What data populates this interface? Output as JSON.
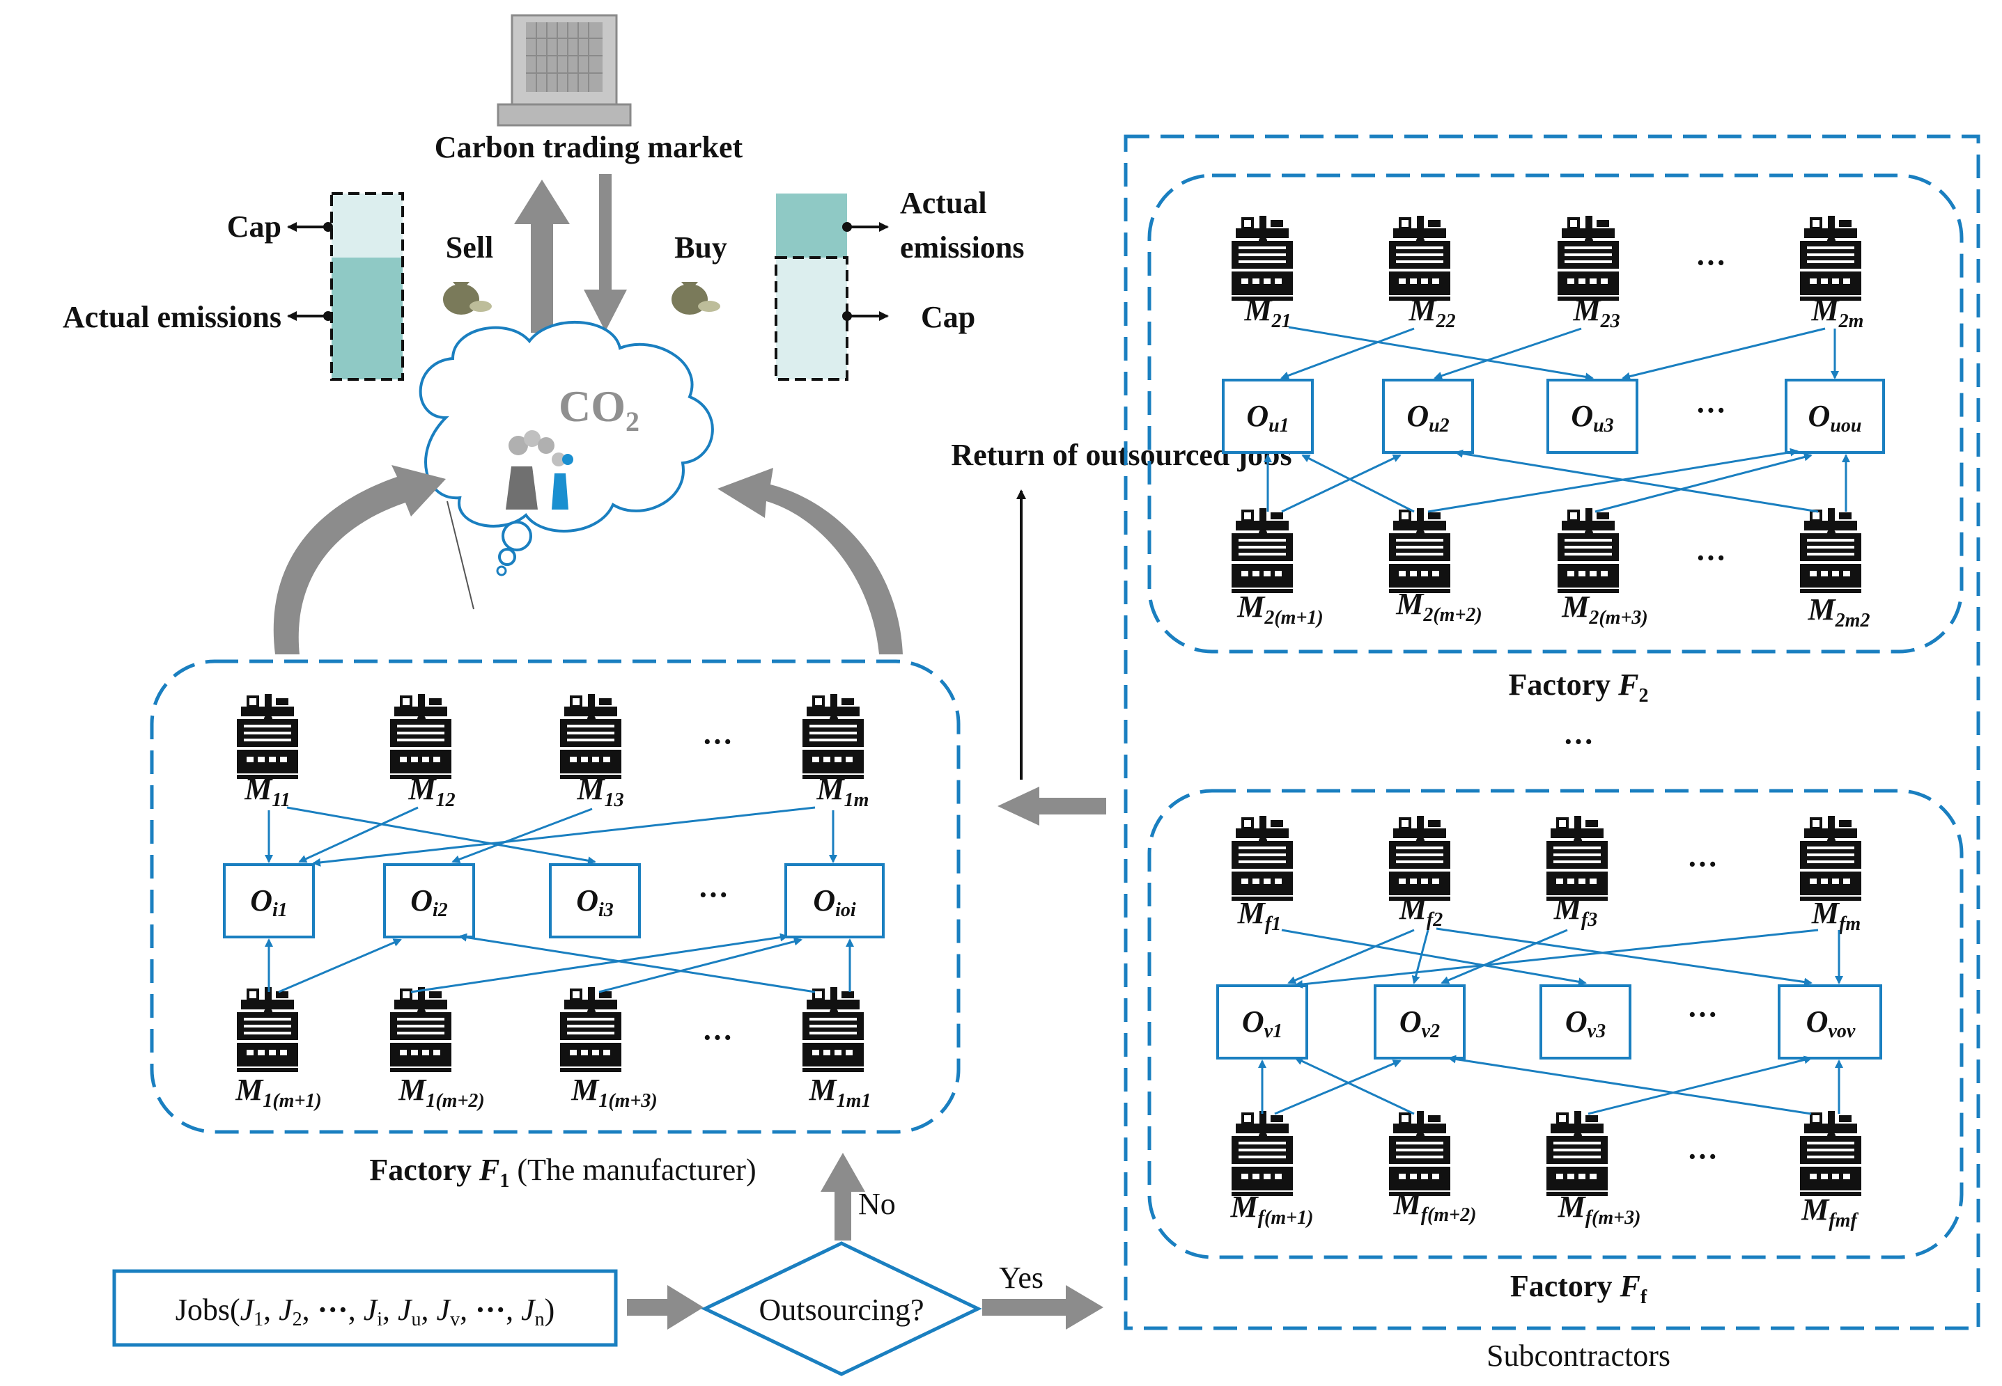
{
  "market": {
    "title": "Carbon trading market"
  },
  "left_bar": {
    "cap": "Cap",
    "actual": "Actual emissions",
    "action": "Sell"
  },
  "right_bar": {
    "actual_line1": "Actual",
    "actual_line2": "emissions",
    "cap": "Cap",
    "action": "Buy"
  },
  "co2": {
    "text": "CO",
    "sub": "2"
  },
  "return_label": "Return of outsourced jobs",
  "factory1": {
    "top_machines": [
      {
        "base": "M",
        "sub": "11"
      },
      {
        "base": "M",
        "sub": "12"
      },
      {
        "base": "M",
        "sub": "13"
      },
      {
        "base": "M",
        "sub": "1m"
      }
    ],
    "ops": [
      {
        "base": "O",
        "sub": "i1"
      },
      {
        "base": "O",
        "sub": "i2"
      },
      {
        "base": "O",
        "sub": "i3"
      },
      {
        "base": "O",
        "sub": "ioi"
      }
    ],
    "bottom_machines": [
      {
        "base": "M",
        "sub": "1(m+1)"
      },
      {
        "base": "M",
        "sub": "1(m+2)"
      },
      {
        "base": "M",
        "sub": "1(m+3)"
      },
      {
        "base": "M",
        "sub": "1m1"
      }
    ],
    "caption_prefix": "Factory ",
    "caption_var": "F",
    "caption_sub": "1",
    "caption_suffix": " (The manufacturer)"
  },
  "factory2": {
    "top_machines": [
      {
        "base": "M",
        "sub": "21"
      },
      {
        "base": "M",
        "sub": "22"
      },
      {
        "base": "M",
        "sub": "23"
      },
      {
        "base": "M",
        "sub": "2m"
      }
    ],
    "ops": [
      {
        "base": "O",
        "sub": "u1"
      },
      {
        "base": "O",
        "sub": "u2"
      },
      {
        "base": "O",
        "sub": "u3"
      },
      {
        "base": "O",
        "sub": "uou"
      }
    ],
    "bottom_machines": [
      {
        "base": "M",
        "sub": "2(m+1)"
      },
      {
        "base": "M",
        "sub": "2(m+2)"
      },
      {
        "base": "M",
        "sub": "2(m+3)"
      },
      {
        "base": "M",
        "sub": "2m2"
      }
    ],
    "caption_prefix": "Factory ",
    "caption_var": "F",
    "caption_sub": "2"
  },
  "factoryf": {
    "top_machines": [
      {
        "base": "M",
        "sub": "f1"
      },
      {
        "base": "M",
        "sub": "f2"
      },
      {
        "base": "M",
        "sub": "f3"
      },
      {
        "base": "M",
        "sub": "fm"
      }
    ],
    "ops": [
      {
        "base": "O",
        "sub": "v1"
      },
      {
        "base": "O",
        "sub": "v2"
      },
      {
        "base": "O",
        "sub": "v3"
      },
      {
        "base": "O",
        "sub": "vov"
      }
    ],
    "bottom_machines": [
      {
        "base": "M",
        "sub": "f(m+1)"
      },
      {
        "base": "M",
        "sub": "f(m+2)"
      },
      {
        "base": "M",
        "sub": "f(m+3)"
      },
      {
        "base": "M",
        "sub": "fmf"
      }
    ],
    "caption_prefix": "Factory ",
    "caption_var": "F",
    "caption_sub": "f"
  },
  "ellipsis": "···",
  "jobs": {
    "prefix": "Jobs(",
    "items": [
      {
        "base": "J",
        "sub": "1"
      },
      {
        "base": "J",
        "sub": "2"
      },
      {
        "base": "···",
        "sub": ""
      },
      {
        "base": "J",
        "sub": "i"
      },
      {
        "base": "J",
        "sub": "u"
      },
      {
        "base": "J",
        "sub": "v"
      },
      {
        "base": "···",
        "sub": ""
      },
      {
        "base": "J",
        "sub": "n"
      }
    ],
    "suffix": ")"
  },
  "decision": {
    "question": "Outsourcing?",
    "yes": "Yes",
    "no": "No"
  },
  "subcontractors": "Subcontractors",
  "colors": {
    "blue": "#1a7fc0",
    "teal": "#8fc9c5",
    "light_teal": "#dceeee",
    "gray_arrow": "#8c8c8c"
  },
  "icons": [
    "machine-tool-icon",
    "building-icon",
    "money-bag-icon",
    "factory-icon",
    "cloud-icon"
  ]
}
